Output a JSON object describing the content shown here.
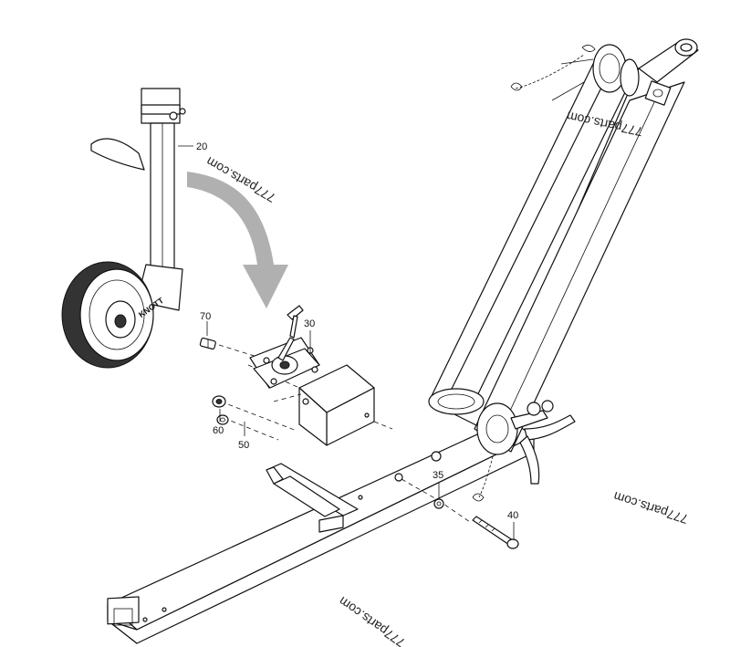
{
  "diagram": {
    "callouts": [
      {
        "id": "20",
        "label": "20"
      },
      {
        "id": "30",
        "label": "30"
      },
      {
        "id": "35",
        "label": "35"
      },
      {
        "id": "40",
        "label": "40"
      },
      {
        "id": "50",
        "label": "50"
      },
      {
        "id": "60",
        "label": "60"
      },
      {
        "id": "70",
        "label": "70"
      }
    ],
    "wheel_brand": "KNOTT",
    "watermark": "777parts.com",
    "colors": {
      "line": "#111111",
      "arrow": "#b0b0b0",
      "tire": "#2a2a2a"
    }
  }
}
